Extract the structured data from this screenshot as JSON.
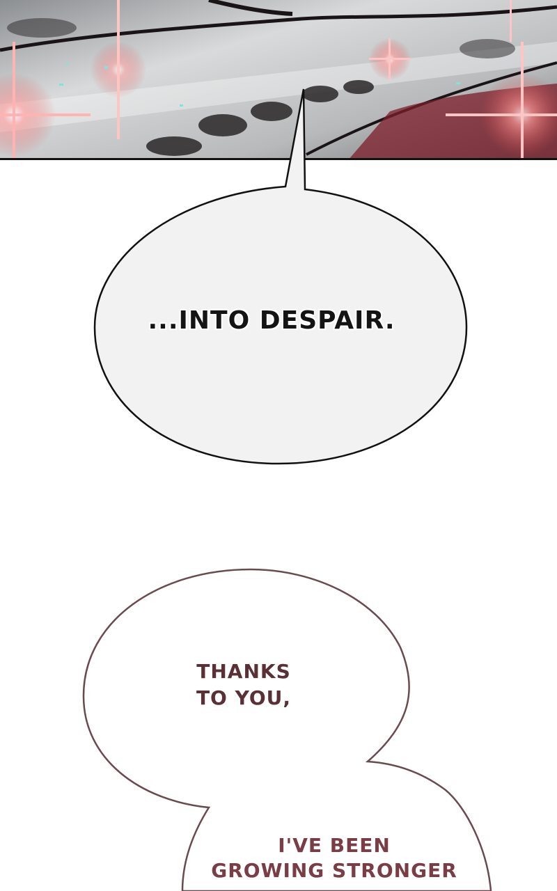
{
  "panel": {
    "description_icon": "action-scene-red-sparkles"
  },
  "bubbles": {
    "despair": {
      "text": "...INTO DESPAIR."
    },
    "thanks": {
      "line1": "THANKS",
      "line2": "TO YOU,"
    },
    "stronger": {
      "line1": "I'VE BEEN",
      "line2": "GROWING STRONGER"
    }
  },
  "colors": {
    "bubble_fill": "#f2f2f2",
    "bubble_outline": "#111111",
    "second_bubble_outline": "#6b4a4f",
    "thanks_text": "#5a3036",
    "stronger_text": "#7a3c45",
    "accent_red": "#e04a4a"
  }
}
